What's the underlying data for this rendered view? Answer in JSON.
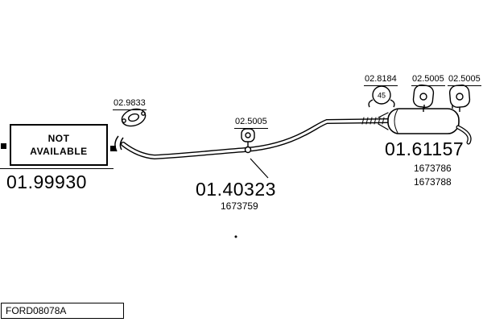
{
  "parts": {
    "left": {
      "code": "01.99930",
      "na_line1": "NOT",
      "na_line2": "AVAILABLE"
    },
    "flange": {
      "label": "02.9833"
    },
    "mid_hanger": {
      "label": "02.5005"
    },
    "mid": {
      "code": "01.40323",
      "ref": "1673759"
    },
    "bracket": {
      "label": "02.8184",
      "num": "45"
    },
    "hanger1": {
      "label": "02.5005"
    },
    "hanger2": {
      "label": "02.5005"
    },
    "right": {
      "code": "01.61157",
      "ref1": "1673786",
      "ref2": "1673788"
    }
  },
  "footer": {
    "drawing_id": "FORD08078A"
  }
}
